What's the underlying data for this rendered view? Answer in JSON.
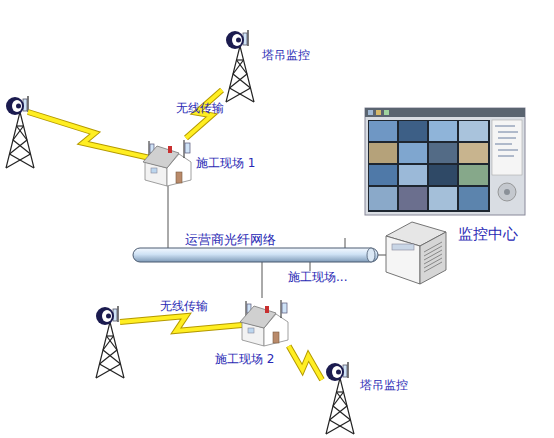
{
  "diagram": {
    "nodes": [
      {
        "text": [
          "塔吊监控"
        ]
      },
      {
        "text": [
          "施工现场 1"
        ]
      },
      {
        "text": [
          "监控中心"
        ]
      },
      {
        "text": [
          "运营商光纤网络"
        ]
      },
      {
        "text": [
          "施工现场 2"
        ]
      },
      {
        "text": [
          "塔吊监控"
        ]
      }
    ],
    "edges": [
      {
        "from": 0,
        "to": 1,
        "arrow": "none",
        "label": "无线传输"
      },
      {
        "from": 1,
        "to": 3,
        "arrow": "none"
      },
      {
        "from": 3,
        "to": 2,
        "arrow": "none"
      },
      {
        "from": 3,
        "to": 4,
        "arrow": "none"
      },
      {
        "from": 4,
        "to": 5,
        "arrow": "none"
      }
    ],
    "labels": [
      "无线传输",
      "施工现场..."
    ]
  }
}
